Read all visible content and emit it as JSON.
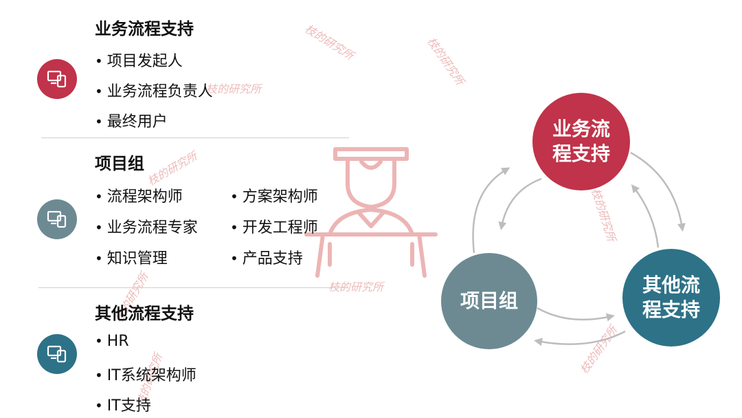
{
  "sections": [
    {
      "title": "业务流程支持",
      "icon": "devices-icon",
      "color": "#c0334a",
      "items": [
        "项目发起人",
        "业务流程负责人",
        "最终用户"
      ]
    },
    {
      "title": "项目组",
      "icon": "devices-icon",
      "color": "#6d8a93",
      "items_col1": [
        "流程架构师",
        "业务流程专家",
        "知识管理"
      ],
      "items_col2": [
        "方案架构师",
        "开发工程师",
        "产品支持"
      ]
    },
    {
      "title": "其他流程支持",
      "icon": "devices-icon",
      "color": "#2e7288",
      "items": [
        "HR",
        "IT系统架构师",
        "IT支持"
      ]
    }
  ],
  "cycle": {
    "nodes": [
      {
        "line1": "业务流",
        "line2": "程支持",
        "color": "#c0334a"
      },
      {
        "line1": "项目组",
        "color": "#6d8a93"
      },
      {
        "line1": "其他流",
        "line2": "程支持",
        "color": "#2e7288"
      }
    ],
    "arrow_color": "#bdbdbd"
  },
  "watermark": {
    "text": "枝的研究所",
    "logo": "graduate-figure-icon",
    "color": "#e8a3a3"
  }
}
